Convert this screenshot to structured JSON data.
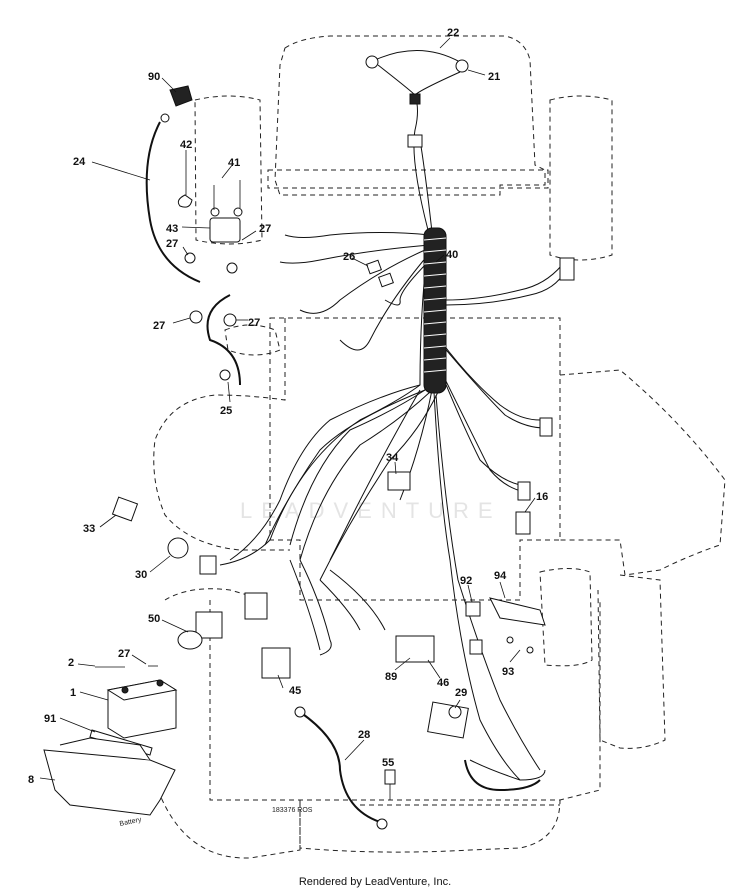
{
  "callouts": [
    "90",
    "24",
    "42",
    "41",
    "43",
    "27",
    "27",
    "27",
    "27",
    "25",
    "22",
    "21",
    "40",
    "26",
    "34",
    "16",
    "33",
    "30",
    "50",
    "27",
    "2",
    "1",
    "91",
    "8",
    "28",
    "55",
    "45",
    "89",
    "46",
    "29",
    "92",
    "94",
    "93"
  ],
  "drawing_number": "183376 ROS",
  "battery_label": "Battery",
  "watermark": "LEADVENTURE",
  "credit": "Rendered by LeadVenture, Inc."
}
